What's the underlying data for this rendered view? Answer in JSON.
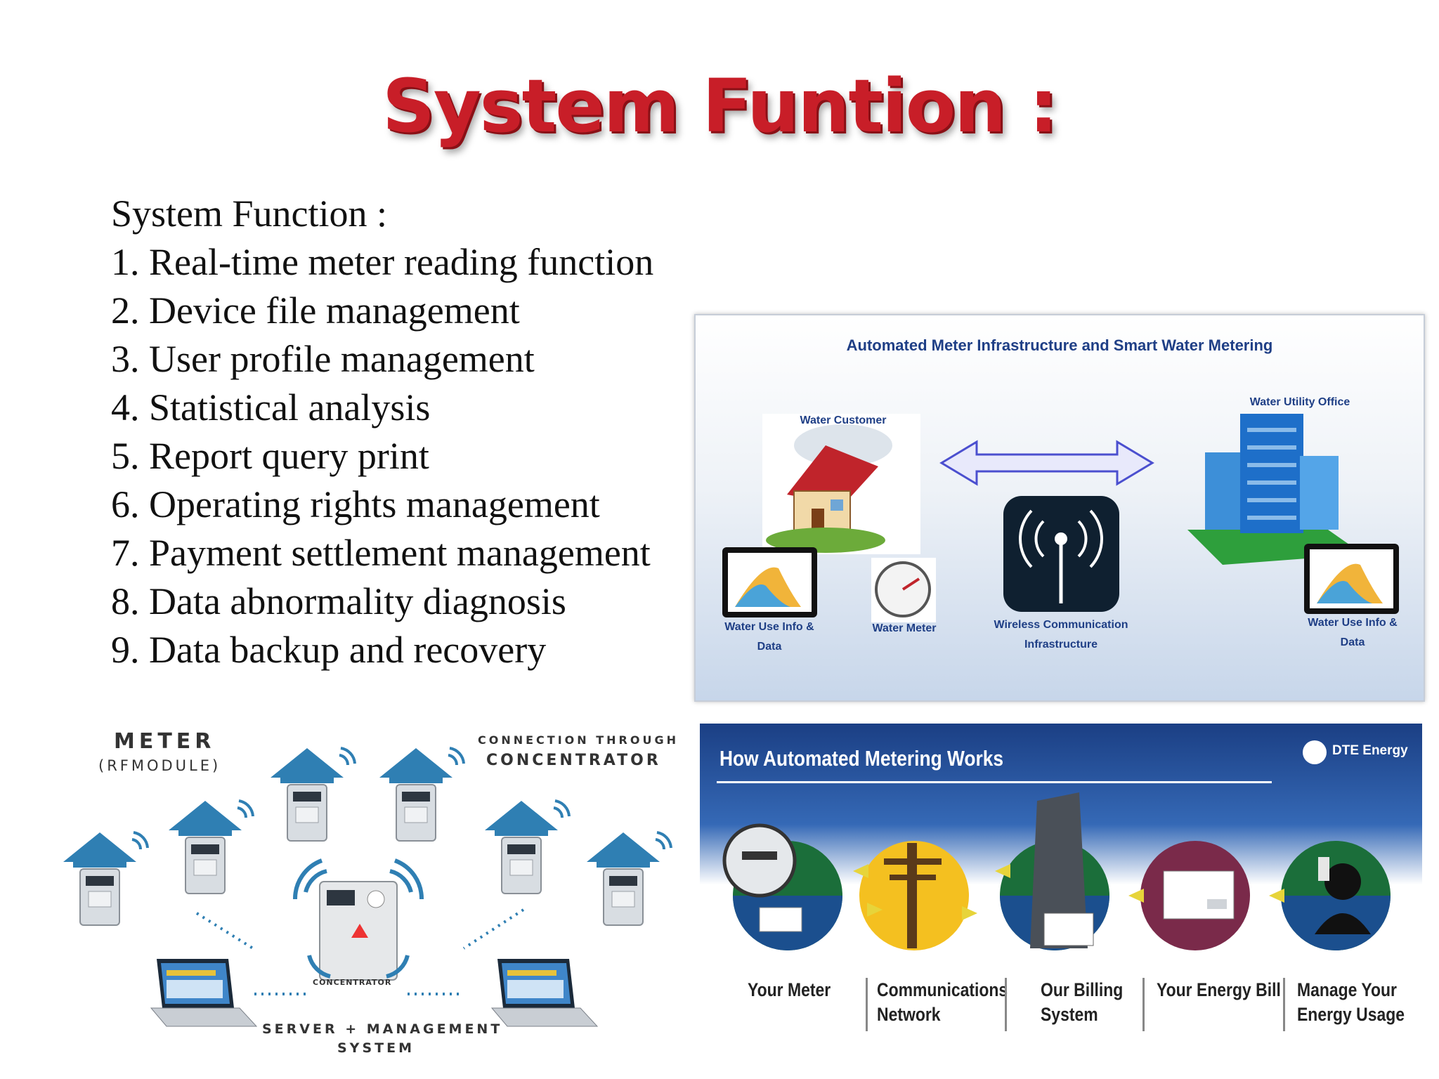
{
  "title": "System Funtion :",
  "function_list": {
    "heading": "System Function  :",
    "items": [
      "1. Real-time meter reading function",
      "2. Device file management",
      "3. User profile management",
      "4. Statistical analysis",
      "5. Report query print",
      "6. Operating rights management",
      "7. Payment settlement management",
      "8. Data abnormality diagnosis",
      "9. Data backup and recovery"
    ]
  },
  "ami_diagram": {
    "title": "Automated Meter Infrastructure and Smart Water Metering",
    "water_customer": "Water Customer",
    "water_utility_office": "Water Utility Office",
    "water_use_info_left": [
      "Water Use Info &",
      "Data"
    ],
    "water_meter": "Water Meter",
    "wireless": [
      "Wireless Communication",
      "Infrastructure"
    ],
    "water_use_info_right": [
      "Water Use Info &",
      "Data"
    ]
  },
  "meter_diagram": {
    "meter_label": "METER",
    "meter_sub": "(RFMODULE)",
    "connection_line1": "CONNECTION THROUGH",
    "connection_line2": "CONCENTRATOR",
    "concentrator": "CONCENTRATOR",
    "server_line1": "SERVER + MANAGEMENT",
    "server_line2": "SYSTEM"
  },
  "dte_diagram": {
    "title": "How Automated Metering Works",
    "logo": "DTE Energy",
    "steps": [
      [
        "Your Meter"
      ],
      [
        "Communications",
        "Network"
      ],
      [
        "Our Billing",
        "System"
      ],
      [
        "Your Energy Bill"
      ],
      [
        "Manage Your",
        "Energy Usage"
      ]
    ]
  },
  "colors": {
    "title_red": "#c81e28",
    "ami_blue": "#1f3f86",
    "house_blue": "#2f7fb3",
    "dte_navy": "#1b3f84"
  }
}
